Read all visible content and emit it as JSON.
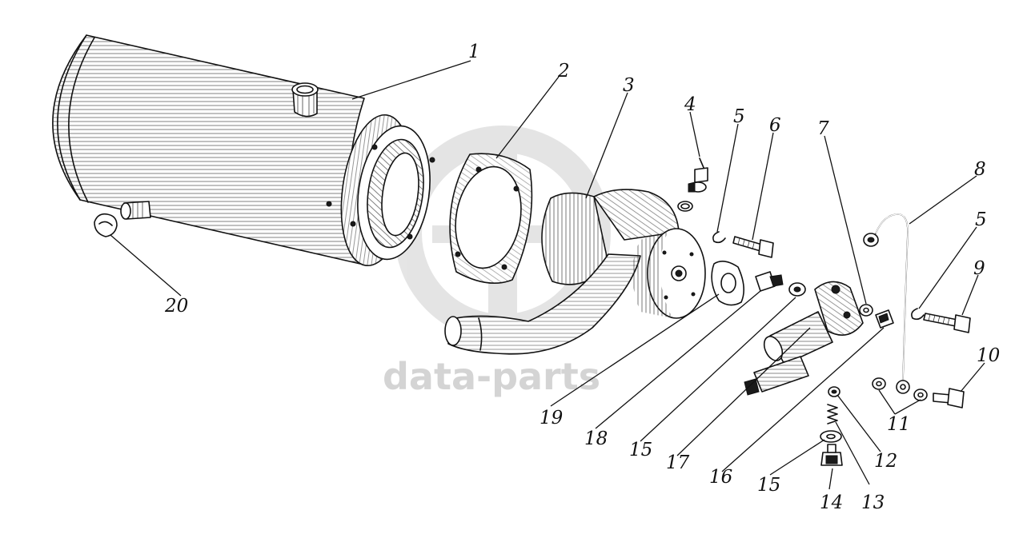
{
  "watermark": {
    "text": "data-parts",
    "logo_color": "#d6d6d6"
  },
  "callouts": [
    {
      "id": "1",
      "label": "1"
    },
    {
      "id": "2",
      "label": "2"
    },
    {
      "id": "3",
      "label": "3"
    },
    {
      "id": "4",
      "label": "4"
    },
    {
      "id": "5a",
      "label": "5"
    },
    {
      "id": "6",
      "label": "6"
    },
    {
      "id": "7",
      "label": "7"
    },
    {
      "id": "8",
      "label": "8"
    },
    {
      "id": "5b",
      "label": "5"
    },
    {
      "id": "9",
      "label": "9"
    },
    {
      "id": "10",
      "label": "10"
    },
    {
      "id": "11",
      "label": "11"
    },
    {
      "id": "12",
      "label": "12"
    },
    {
      "id": "13",
      "label": "13"
    },
    {
      "id": "14",
      "label": "14"
    },
    {
      "id": "15a",
      "label": "15"
    },
    {
      "id": "16",
      "label": "16"
    },
    {
      "id": "17",
      "label": "17"
    },
    {
      "id": "15b",
      "label": "15"
    },
    {
      "id": "18",
      "label": "18"
    },
    {
      "id": "19",
      "label": "19"
    },
    {
      "id": "20",
      "label": "20"
    }
  ]
}
